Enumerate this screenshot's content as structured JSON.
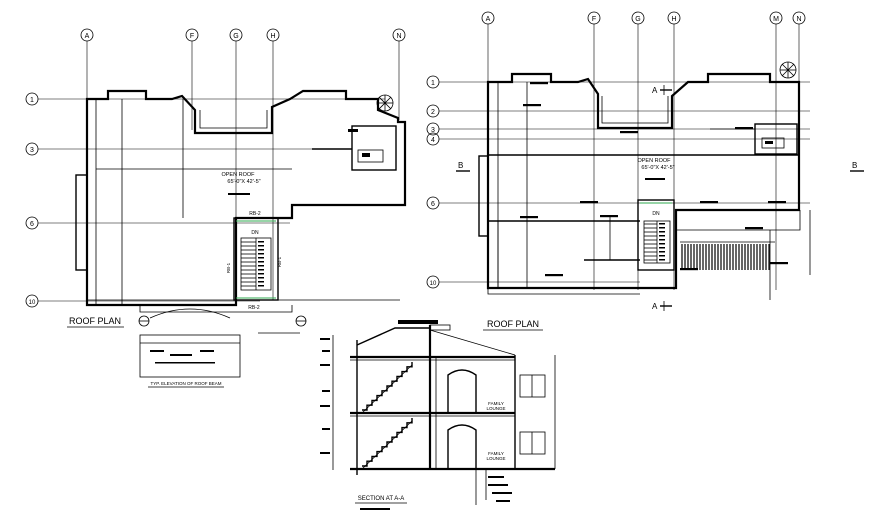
{
  "grid_labels_top_left": [
    "A",
    "F",
    "G",
    "H",
    "N"
  ],
  "grid_labels_side_left": [
    "1",
    "3",
    "6",
    "10"
  ],
  "grid_labels_top_right": [
    "A",
    "F",
    "G",
    "H",
    "M",
    "N"
  ],
  "grid_labels_side_right": [
    "1",
    "2",
    "3",
    "4",
    "6",
    "10"
  ],
  "left_plan": {
    "title": "ROOF PLAN",
    "open_roof_line1": "OPEN ROOF",
    "open_roof_line2": "65'-0\"X 42'-5\"",
    "stair_label": "DN",
    "beam_label_top": "RB-2",
    "beam_label_bottom": "RB-2",
    "beam_label_side_a": "RB-1",
    "beam_label_side_b": "RB-1",
    "elevation_caption": "TYP. ELEVATION OF ROOF BEAM"
  },
  "right_plan": {
    "open_roof_line1": "OPEN ROOF",
    "open_roof_line2": "65'-0\"X 42'-5\"",
    "stair_label": "DN",
    "section_mark_a": "A",
    "section_mark_b": "B"
  },
  "section": {
    "title_roof": "ROOF PLAN",
    "title": "SECTION AT A-A",
    "room_label_1a": "FAMILY",
    "room_label_1b": "LOUNGE",
    "room_label_2a": "FAMILY",
    "room_label_2b": "LOUNGE"
  },
  "colors": {
    "line": "#000000",
    "marker": "#2fa84f",
    "background": "#ffffff"
  }
}
